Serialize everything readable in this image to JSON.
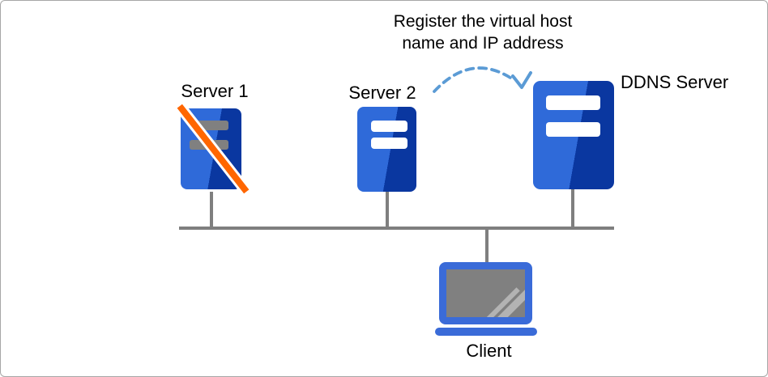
{
  "annotation": {
    "line1": "Register the virtual host",
    "line2": "name and IP address"
  },
  "nodes": {
    "server1": {
      "label": "Server 1",
      "status": "offline-crossed-out",
      "bars": "gray"
    },
    "server2": {
      "label": "Server 2",
      "bars": "white"
    },
    "ddns": {
      "label": "DDNS Server",
      "bars": "white"
    },
    "client": {
      "label": "Client",
      "device": "laptop"
    }
  },
  "icons": {
    "server1": "server-icon-with-offline-slash",
    "server2": "server-icon",
    "ddns": "server-icon-large",
    "client": "laptop-icon",
    "arrow": "dashed-curved-arrow-icon"
  },
  "colors": {
    "server_blue_light": "#2F6AD9",
    "server_blue_dark": "#0A37A0",
    "offline_slash_orange": "#FF6600",
    "offline_bar_gray": "#808080",
    "network_line_gray": "#7F7F7F",
    "arrow_blue": "#5B9BD5",
    "laptop_frame_blue": "#3A6BD8",
    "laptop_screen_gray": "#808080",
    "canvas_border": "#A6A6A6",
    "text": "#000000"
  }
}
